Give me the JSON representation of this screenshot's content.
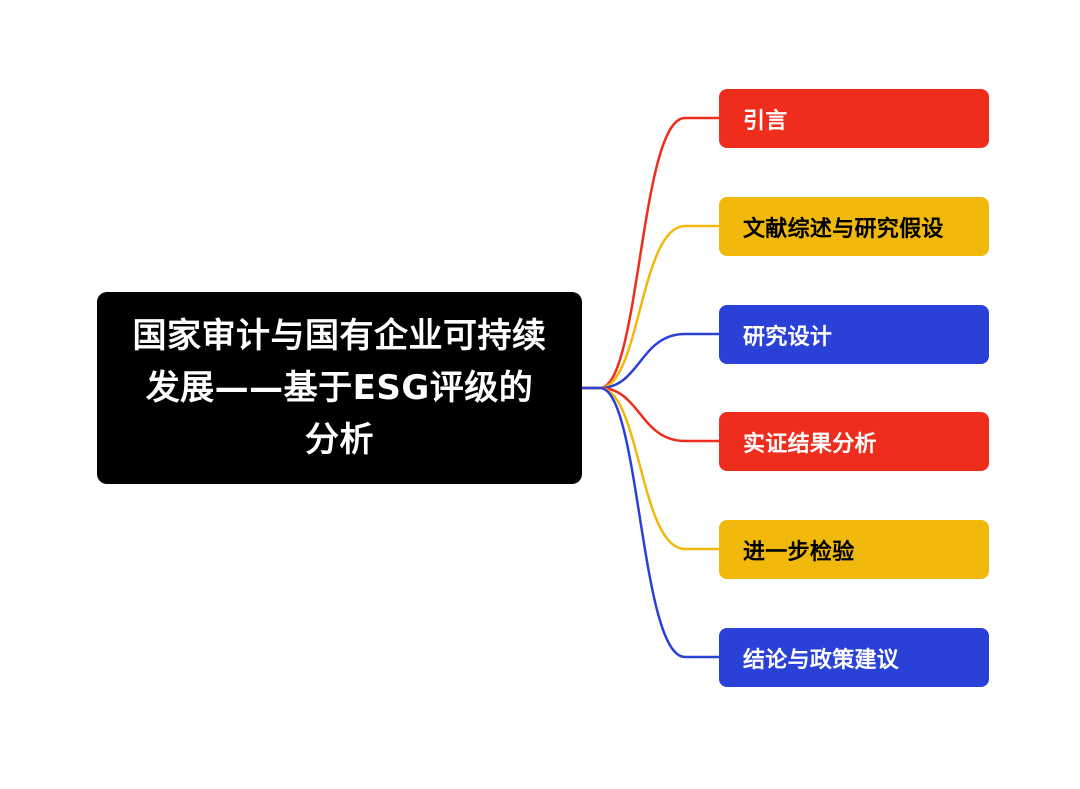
{
  "root": {
    "title": "国家审计与国有企业可持续发展——基于ESG评级的分析"
  },
  "branches": [
    {
      "label": "引言",
      "color": "#ee2d1d",
      "text_color": "#ffffff"
    },
    {
      "label": "文献综述与研究假设",
      "color": "#f0b90b",
      "text_color": "#000000"
    },
    {
      "label": "研究设计",
      "color": "#2a41d8",
      "text_color": "#ffffff"
    },
    {
      "label": "实证结果分析",
      "color": "#ee2d1d",
      "text_color": "#ffffff"
    },
    {
      "label": "进一步检验",
      "color": "#f0b90b",
      "text_color": "#000000"
    },
    {
      "label": "结论与政策建议",
      "color": "#2a41d8",
      "text_color": "#ffffff"
    }
  ]
}
